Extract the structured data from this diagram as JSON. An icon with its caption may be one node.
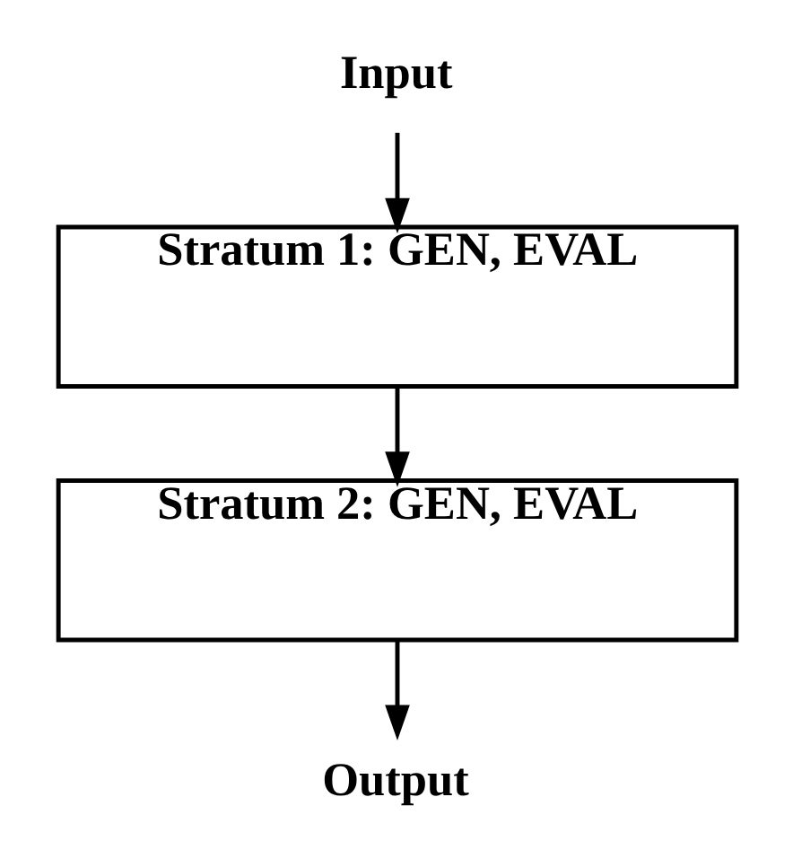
{
  "diagram": {
    "nodes": [
      {
        "text": [
          "Input"
        ]
      },
      {
        "text": [
          "Stratum 1: GEN, EVAL"
        ]
      },
      {
        "text": [
          "Stratum 2: GEN, EVAL"
        ]
      },
      {
        "text": [
          "Output"
        ]
      }
    ],
    "edges": [
      {
        "from": 0,
        "to": 1,
        "arrow": "to"
      },
      {
        "from": 1,
        "to": 2,
        "arrow": "to"
      },
      {
        "from": 2,
        "to": 3,
        "arrow": "to"
      }
    ]
  }
}
